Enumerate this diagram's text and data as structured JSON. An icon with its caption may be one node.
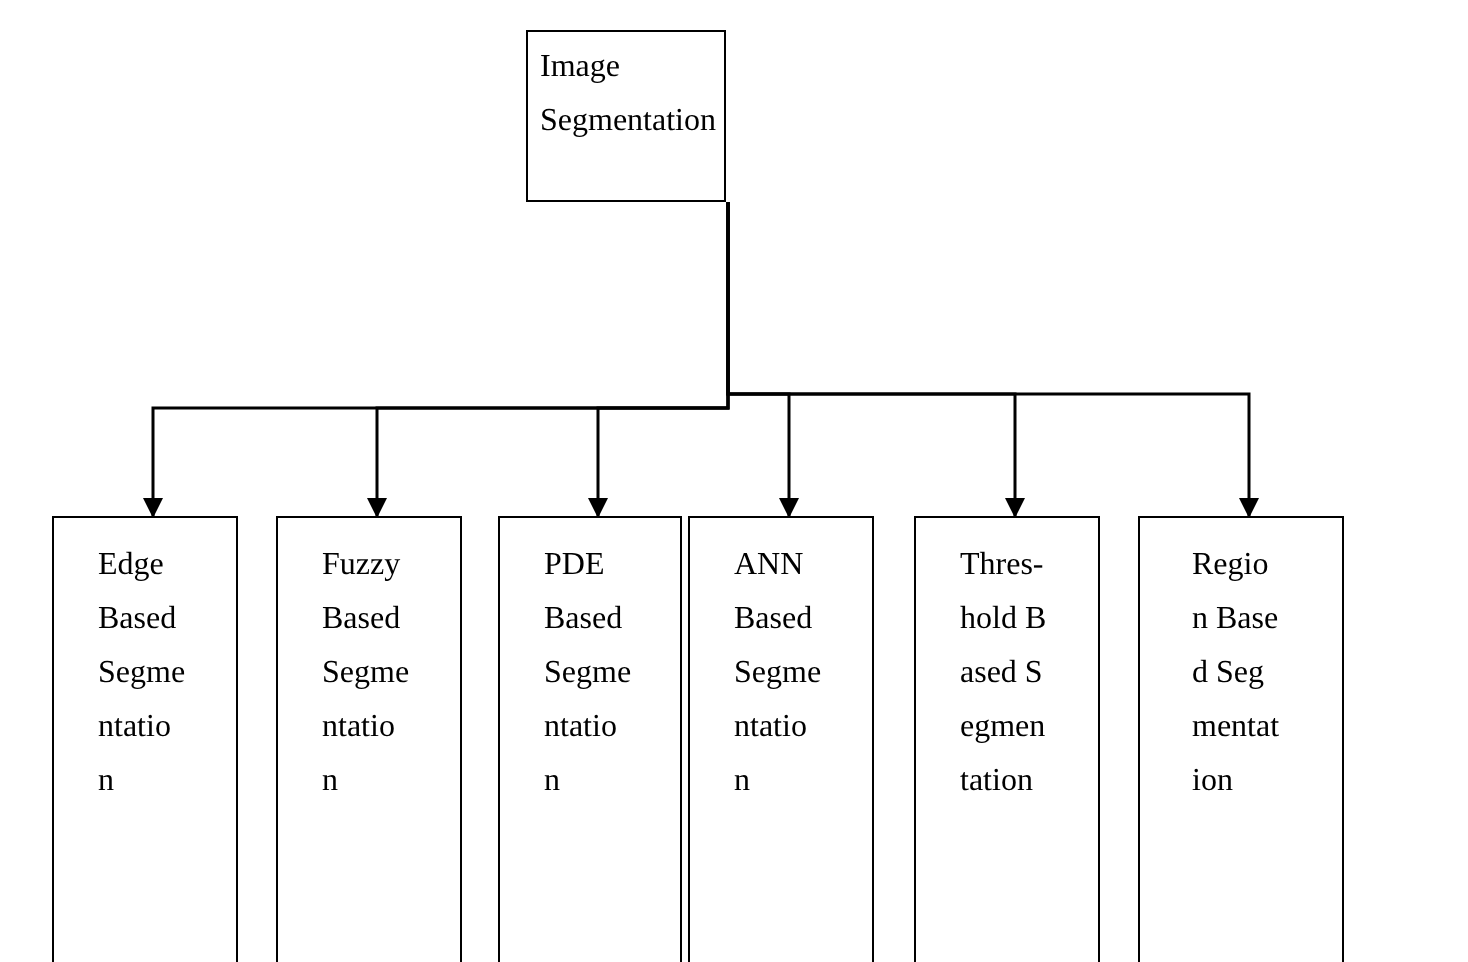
{
  "diagram": {
    "nodes": [
      {
        "text": [
          "Image Segmentation"
        ]
      },
      {
        "text": [
          "Edge Based Segmentation"
        ]
      },
      {
        "text": [
          "Fuzzy Based Segmentation"
        ]
      },
      {
        "text": [
          "PDE Based Segmentation"
        ]
      },
      {
        "text": [
          "ANN Based Segmentation"
        ]
      },
      {
        "text": [
          "Thres-hold Based Segmentation"
        ]
      },
      {
        "text": [
          "Region Based Segmentation"
        ]
      }
    ],
    "edges": [
      {
        "from": 0,
        "to": 1,
        "arrow": "to"
      },
      {
        "from": 0,
        "to": 2,
        "arrow": "to"
      },
      {
        "from": 0,
        "to": 3,
        "arrow": "to"
      },
      {
        "from": 0,
        "to": 4,
        "arrow": "to"
      },
      {
        "from": 0,
        "to": 5,
        "arrow": "to"
      },
      {
        "from": 0,
        "to": 6,
        "arrow": "to"
      }
    ]
  }
}
